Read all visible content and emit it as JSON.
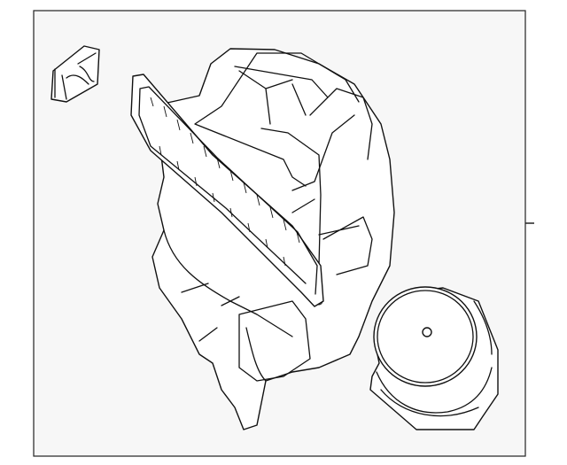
{
  "diagram": {
    "kind": "exploded parts illustration",
    "background_color": "#f7f7f7",
    "line_color": "#111111",
    "parts": [
      "bracket",
      "blower-housing",
      "filter-frame",
      "blower-motor"
    ]
  }
}
